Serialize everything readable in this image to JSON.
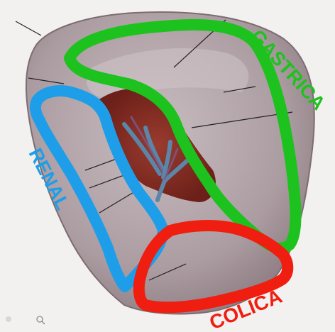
{
  "labels": {
    "gastrica": "GASTRICA",
    "renal": "RENAL",
    "colica": "COLICA"
  },
  "colors": {
    "gastrica": "#1ec21e",
    "renal": "#1e9ee8",
    "colica": "#f01e10",
    "spleen": "#b3a4a8",
    "hilum": "#7a2a22",
    "vessels": "#5b86a8"
  },
  "icons": {
    "corner": "search-icon"
  }
}
